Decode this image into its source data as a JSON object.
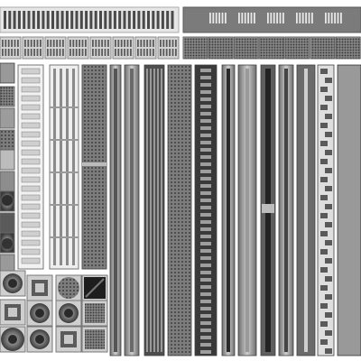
{
  "sheet": {
    "background": "#ffffff",
    "metal_light": "#e6e6e6",
    "metal_mid": "#a9a9a9",
    "metal_dark": "#4a4a4a",
    "metal_black": "#1e1e1e",
    "accent_steel": "#8f8f8f"
  },
  "groups": [
    {
      "name": "top-left-slot-grate",
      "pattern": "vertical-slots"
    },
    {
      "name": "top-right-slot-grate",
      "pattern": "short-slots"
    },
    {
      "name": "second-row-left-tiles",
      "pattern": "paired-slot-tiles"
    },
    {
      "name": "second-row-right-tiles",
      "pattern": "mesh-tiles"
    },
    {
      "name": "left-small-tiles",
      "pattern": "mixed-square-tiles"
    },
    {
      "name": "ladder-grates",
      "pattern": "horizontal-rungs"
    },
    {
      "name": "long-drain-channels",
      "pattern": "vertical-channels"
    },
    {
      "name": "bottom-round-drains",
      "pattern": "round-and-square-covers"
    }
  ]
}
